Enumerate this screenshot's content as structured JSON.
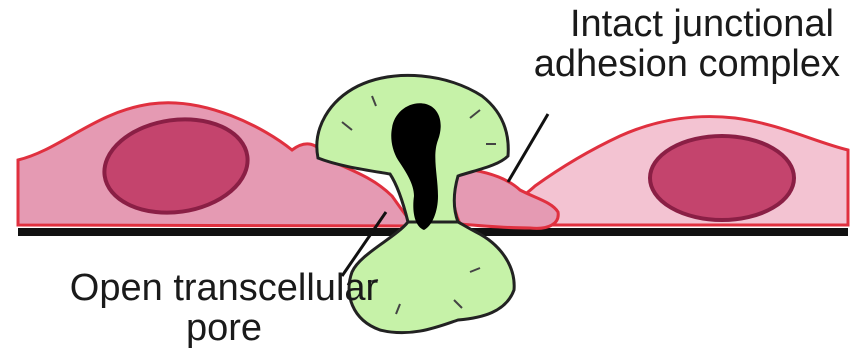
{
  "labels": {
    "junction_line1": "Intact junctional",
    "junction_line2": "adhesion complex",
    "pore_line1": "Open transcellular",
    "pore_line2": "pore"
  },
  "colors": {
    "cell_fill": "#e59ab3",
    "cell_fill_light": "#f3c3d2",
    "nucleus_fill": "#c4446d",
    "nucleus_outline": "#8a1f45",
    "membrane_edge": "#e0303f",
    "basement_membrane": "#111111",
    "leukocyte_fill": "#c6f2a8",
    "leukocyte_outline": "#222222",
    "pore_fill": "#000000"
  }
}
